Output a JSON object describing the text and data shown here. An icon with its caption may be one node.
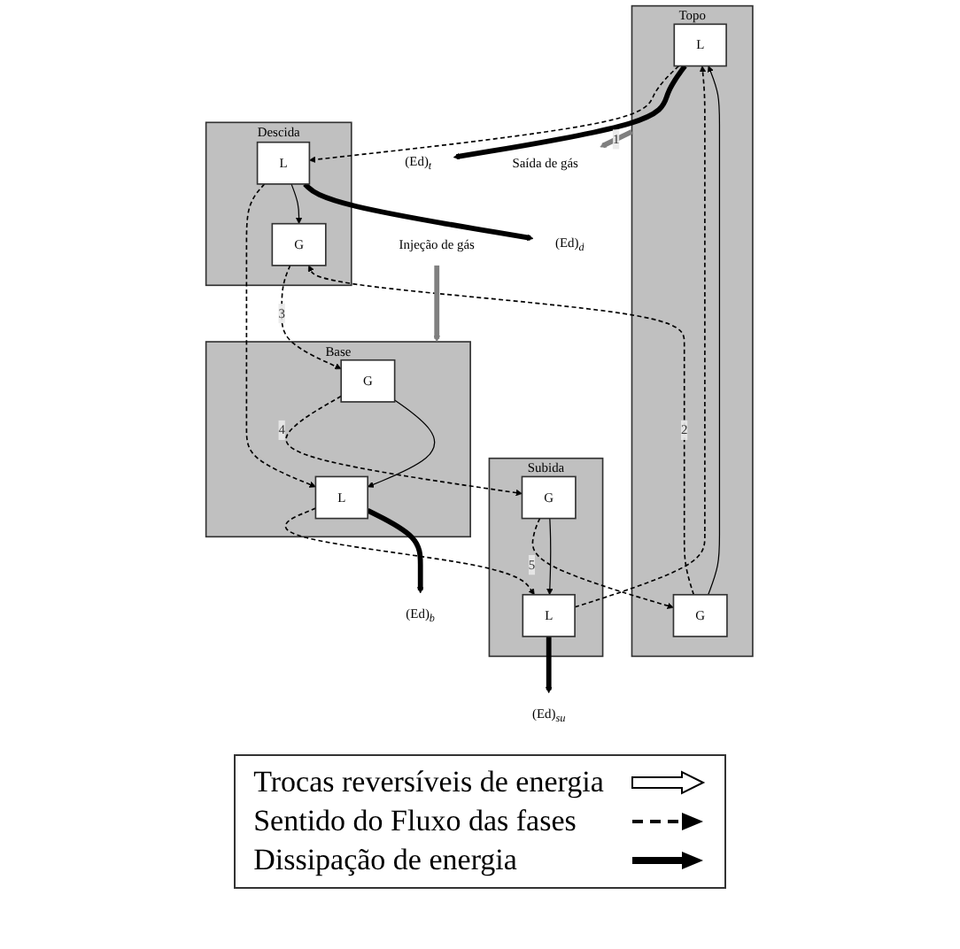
{
  "diagram": {
    "nodes": [
      {
        "text": [
          "Topo"
        ]
      },
      {
        "text": [
          "L"
        ],
        "in": 0
      },
      {
        "text": [
          "G"
        ],
        "in": 0
      },
      {
        "text": [
          "Descida"
        ]
      },
      {
        "text": [
          "G"
        ],
        "in": 3
      },
      {
        "text": [
          "L"
        ],
        "in": 3
      },
      {
        "text": [
          "Subida"
        ]
      },
      {
        "text": [
          "L"
        ],
        "in": 6
      },
      {
        "text": [
          "G"
        ],
        "in": 6
      },
      {
        "text": [
          "Base"
        ]
      },
      {
        "text": [
          "G"
        ],
        "in": 9
      },
      {
        "text": [
          "L"
        ],
        "in": 9
      },
      {
        "text": [
          "(Ed)$_{t}$"
        ]
      },
      {
        "text": [
          "(Ed)$_{d}$"
        ]
      },
      {
        "text": [
          "(Ed)$_{su}$"
        ]
      },
      {
        "text": [
          "(Ed)$_{b}$"
        ]
      },
      {
        "text": [
          "Saída de gás"
        ]
      },
      {
        "text": [
          "Injeção de gás"
        ]
      }
    ],
    "edges": [
      {
        "from": 1,
        "to": 5,
        "arrow": "to",
        "style": "dashed"
      },
      {
        "from": 2,
        "to": 4,
        "arrow": "to",
        "style": "dashed",
        "label": "2"
      },
      {
        "from": 5,
        "to": 11,
        "arrow": "to",
        "style": "dashed"
      },
      {
        "from": 4,
        "to": 10,
        "arrow": "to",
        "style": "dashed",
        "label": "3"
      },
      {
        "from": 10,
        "to": 8,
        "arrow": "to",
        "style": "dashed",
        "label": "4"
      },
      {
        "from": 11,
        "to": 7,
        "arrow": "to",
        "style": "dashed"
      },
      {
        "from": 8,
        "to": 2,
        "arrow": "to",
        "style": "dashed",
        "label": "5"
      },
      {
        "from": 7,
        "to": 1,
        "arrow": "to",
        "style": "dashed"
      },
      {
        "from": 2,
        "to": 1,
        "arrow": "to"
      },
      {
        "from": 5,
        "to": 4,
        "arrow": "to"
      },
      {
        "from": 8,
        "to": 7,
        "arrow": "to"
      },
      {
        "from": 10,
        "to": 11,
        "arrow": "to"
      },
      {
        "from": 1,
        "to": 12,
        "arrow": "to",
        "style": "thick"
      },
      {
        "from": 5,
        "to": 13,
        "arrow": "to",
        "style": "thick"
      },
      {
        "from": 7,
        "to": 14,
        "arrow": "to",
        "style": "thick"
      },
      {
        "from": 11,
        "to": 15,
        "arrow": "to",
        "style": "thick"
      },
      {
        "from": 0,
        "to": 16,
        "arrow": "to",
        "style": "thick",
        "color": "#808080",
        "label": "1"
      },
      {
        "from": 17,
        "to": 9,
        "arrow": "to",
        "style": "thick",
        "color": "#808080"
      }
    ],
    "legend": [
      {
        "text": "Trocas reversíveis de energia"
      },
      {
        "text": "Sentido do Fluxo das fases"
      },
      {
        "text": "Dissipação de energia"
      }
    ]
  }
}
